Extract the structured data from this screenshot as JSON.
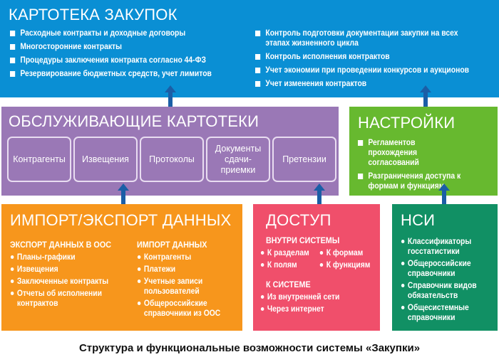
{
  "colors": {
    "top": "#0a8fd4",
    "purple": "#9a78b6",
    "green": "#67b92f",
    "orange": "#f7961c",
    "pink": "#f04f6b",
    "teal": "#119064",
    "arrow": "#1b5ea6"
  },
  "kartoteka": {
    "title": "КАРТОТЕКА ЗАКУПОК",
    "left": [
      "Расходные контракты и доходные договоры",
      "Многосторонние контракты",
      "Процедуры заключения контракта согласно 44-ФЗ",
      "Резервирование бюджетных средств, учет лимитов"
    ],
    "right": [
      "Контроль подготовки документации закупки на всех этапах жизненного цикла",
      "Контроль исполнения контрактов",
      "Учет экономии при проведении конкурсов и аукционов",
      "Учет изменения контрактов"
    ]
  },
  "service": {
    "title": "ОБСЛУЖИВАЮЩИЕ КАРТОТЕКИ",
    "cards": [
      "Контрагенты",
      "Извещения",
      "Протоколы",
      "Документы сдачи-приемки",
      "Претензии"
    ]
  },
  "settings": {
    "title": "НАСТРОЙКИ",
    "items": [
      "Регламентов прохождения согласований",
      "Разграничения доступа к формам и функциям"
    ]
  },
  "importexport": {
    "title": "ИМПОРТ/ЭКСПОРТ ДАННЫХ",
    "export_title": "ЭКСПОРТ ДАННЫХ В ООС",
    "export_items": [
      "Планы-графики",
      "Извещения",
      "Заключенные контракты",
      "Отчеты об исполнении контрактов"
    ],
    "import_title": "ИМПОРТ ДАННЫХ",
    "import_items": [
      "Контрагенты",
      "Платежи",
      "Учетные записи пользователей",
      "Общероссийские справочники из ООС"
    ]
  },
  "access": {
    "title": "ДОСТУП",
    "inside_title": "ВНУТРИ СИСТЕМЫ",
    "inside_items": [
      "К разделам",
      "К формам",
      "К полям",
      "К функциям"
    ],
    "system_title": "К СИСТЕМЕ",
    "system_items": [
      "Из внутренней сети",
      "Через интернет"
    ]
  },
  "nsi": {
    "title": "НСИ",
    "items": [
      "Классификаторы госстатистики",
      "Общероссийские справочники",
      "Справочник видов обязательств",
      "Общесистемные справочники"
    ]
  },
  "caption": "Структура и функциональные возможности системы «Закупки»"
}
